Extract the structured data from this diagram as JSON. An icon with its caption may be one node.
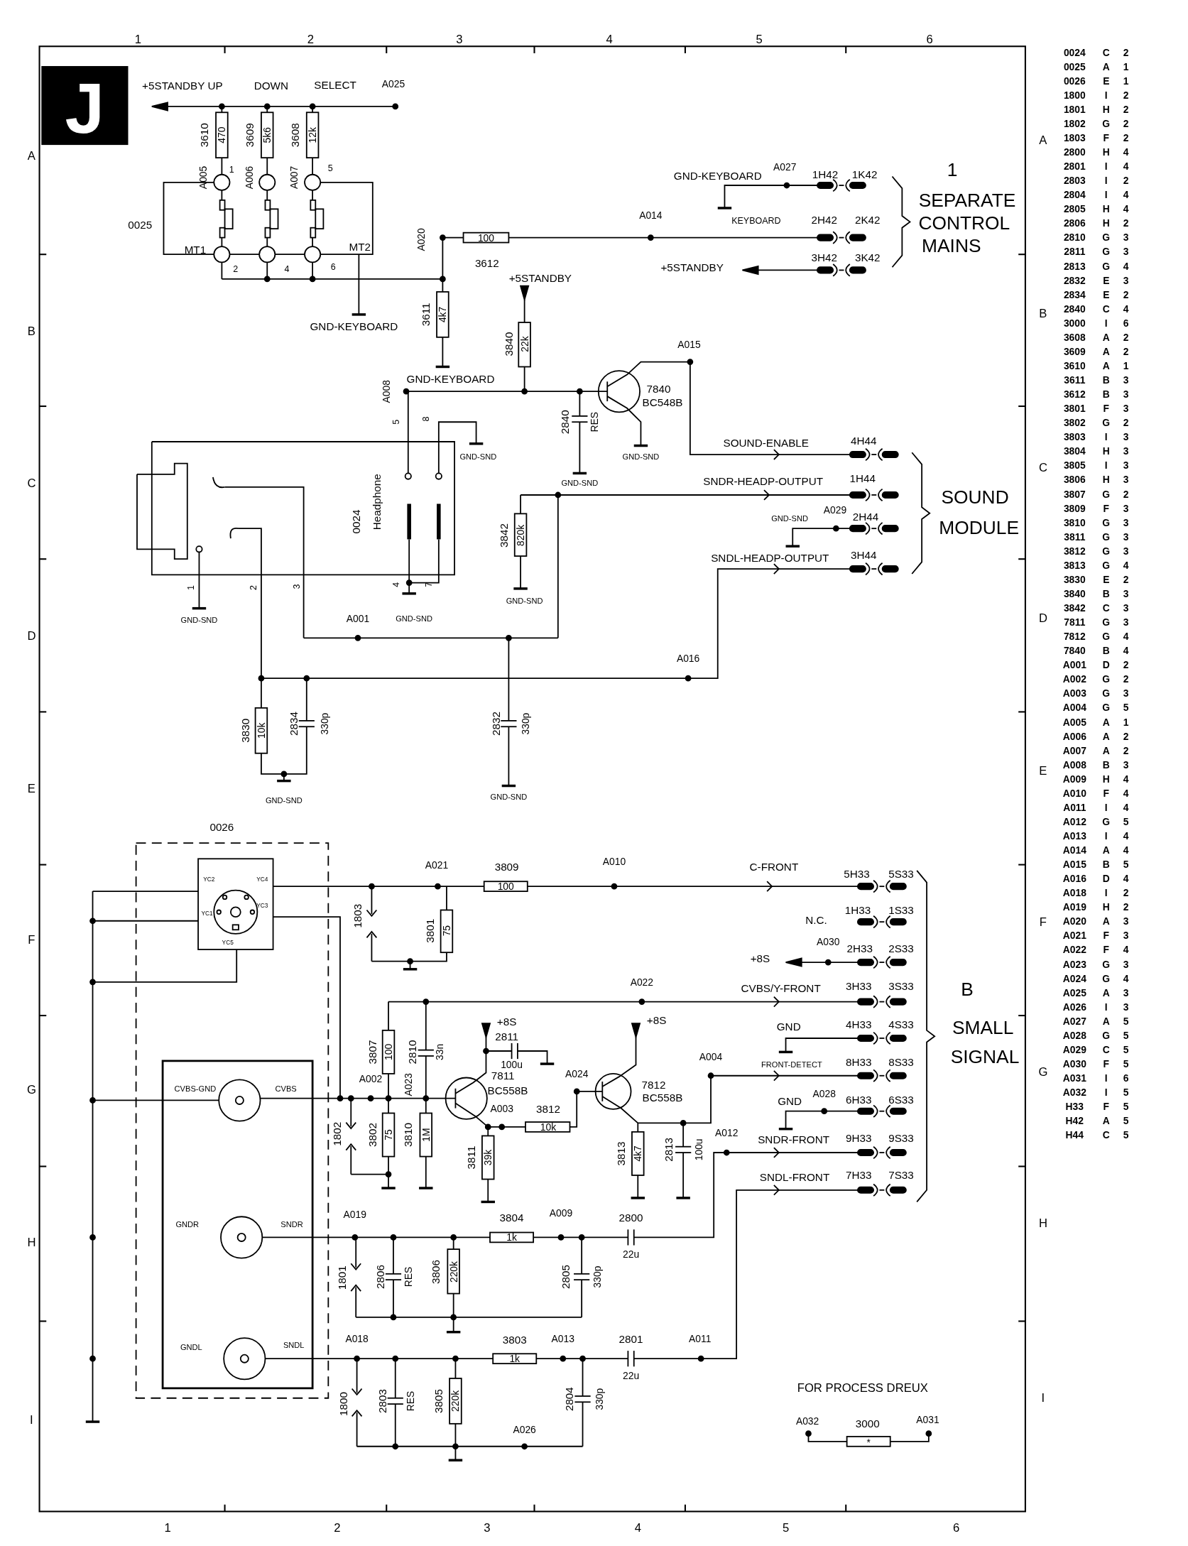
{
  "diagram": {
    "labels": [
      "J",
      "1",
      "2",
      "3",
      "4",
      "5",
      "6",
      "A",
      "B",
      "C",
      "D",
      "E",
      "F",
      "G",
      "H",
      "I",
      "A",
      "B",
      "C",
      "D",
      "E",
      "F",
      "G",
      "H",
      "I",
      "+5STANDBY UP",
      "DOWN",
      "SELECT",
      "A025",
      "3610",
      "470",
      "3609",
      "5k6",
      "3608",
      "12k",
      "A005",
      "1",
      "A006",
      "A007",
      "5",
      "0025",
      "MT1",
      "MT2",
      "2",
      "4",
      "6",
      "A020",
      "100",
      "3612",
      "GND-KEYBOARD",
      "A027",
      "1H42",
      "1K42",
      "1",
      "SEPARATE",
      "A014",
      "KEYBOARD",
      "2H42",
      "2K42",
      "CONTROL",
      "+5STANDBY",
      "3H42",
      "3K42",
      "MAINS",
      "+5STANDBY",
      "GND-KEYBOARD",
      "3611",
      "4k7",
      "3840",
      "22k",
      "A015",
      "GND-KEYBOARD",
      "7840",
      "BC548B",
      "A008",
      "5",
      "8",
      "2840",
      "RES",
      "SOUND-ENABLE",
      "4H44",
      "GND-SND",
      "GND-SND",
      "GND-SND",
      "SNDR-HEADP-OUTPUT",
      "1H44",
      "SOUND",
      "0024",
      "Headphone",
      "3842",
      "820k",
      "GND-SND",
      "A029",
      "2H44",
      "MODULE",
      "SNDL-HEADP-OUTPUT",
      "3H44",
      "1",
      "2",
      "3",
      "4",
      "7",
      "GND-SND",
      "GND-SND",
      "A001",
      "GND-SND",
      "A016",
      "3830",
      "10k",
      "2834",
      "330p",
      "2832",
      "330p",
      "GND-SND",
      "GND-SND",
      "0026",
      "A021",
      "3809",
      "A010",
      "C-FRONT",
      "5H33",
      "5S33",
      "YC2",
      "YC4",
      "100",
      "YC1",
      "YC3",
      "1803",
      "3801",
      "75",
      "N.C.",
      "1H33",
      "1S33",
      "YC5",
      "A030",
      "+8S",
      "2H33",
      "2S33",
      "A022",
      "CVBS/Y-FRONT",
      "3H33",
      "3S33",
      "B",
      "+8S",
      "+8S",
      "GND",
      "4H33",
      "4S33",
      "SMALL",
      "2811",
      "3807",
      "100",
      "2810",
      "33n",
      "100u",
      "A004",
      "SIGNAL",
      "FRONT-DETECT",
      "8H33",
      "8S33",
      "7811",
      "A024",
      "A002",
      "7812",
      "CVBS-GND",
      "CVBS",
      "BC558B",
      "A023",
      "BC558B",
      "GND",
      "A028",
      "6H33",
      "6S33",
      "A003",
      "3812",
      "10k",
      "1802",
      "3802",
      "75",
      "3810",
      "1M",
      "A012",
      "SNDR-FRONT",
      "9H33",
      "9S33",
      "3811",
      "39k",
      "3813",
      "4k7",
      "2813",
      "100u",
      "SNDL-FRONT",
      "7H33",
      "7S33",
      "A019",
      "3804",
      "A009",
      "2800",
      "GNDR",
      "SNDR",
      "1k",
      "22u",
      "1801",
      "2806",
      "RES",
      "3806",
      "220k",
      "2805",
      "330p",
      "A018",
      "3803",
      "A013",
      "2801",
      "A011",
      "GNDL",
      "SNDL",
      "1k",
      "22u",
      "FOR PROCESS DREUX",
      "1800",
      "2803",
      "RES",
      "3805",
      "220k",
      "2804",
      "330p",
      "A032",
      "3000",
      "A031",
      "A026",
      "*",
      "1",
      "2",
      "3",
      "4",
      "5",
      "6",
      "0024",
      "C",
      "2",
      "0025",
      "A",
      "1",
      "0026",
      "E",
      "1",
      "1800",
      "I",
      "2",
      "1801",
      "H",
      "2",
      "1802",
      "G",
      "2",
      "1803",
      "F",
      "2",
      "2800",
      "H",
      "4",
      "2801",
      "I",
      "4",
      "2803",
      "I",
      "2",
      "2804",
      "I",
      "4",
      "2805",
      "H",
      "4",
      "2806",
      "H",
      "2",
      "2810",
      "G",
      "3",
      "2811",
      "G",
      "3",
      "2813",
      "G",
      "4",
      "2832",
      "E",
      "3",
      "2834",
      "E",
      "2",
      "2840",
      "C",
      "4",
      "3000",
      "I",
      "6",
      "3608",
      "A",
      "2",
      "3609",
      "A",
      "2",
      "3610",
      "A",
      "1",
      "3611",
      "B",
      "3",
      "3612",
      "B",
      "3",
      "3801",
      "F",
      "3",
      "3802",
      "G",
      "2",
      "3803",
      "I",
      "3",
      "3804",
      "H",
      "3",
      "3805",
      "I",
      "3",
      "3806",
      "H",
      "3",
      "3807",
      "G",
      "2",
      "3809",
      "F",
      "3",
      "3810",
      "G",
      "3",
      "3811",
      "G",
      "3",
      "3812",
      "G",
      "3",
      "3813",
      "G",
      "4",
      "3830",
      "E",
      "2",
      "3840",
      "B",
      "3",
      "3842",
      "C",
      "3",
      "7811",
      "G",
      "3",
      "7812",
      "G",
      "4",
      "7840",
      "B",
      "4",
      "A001",
      "D",
      "2",
      "A002",
      "G",
      "2",
      "A003",
      "G",
      "3",
      "A004",
      "G",
      "5",
      "A005",
      "A",
      "1",
      "A006",
      "A",
      "2",
      "A007",
      "A",
      "2",
      "A008",
      "B",
      "3",
      "A009",
      "H",
      "4",
      "A010",
      "F",
      "4",
      "A011",
      "I",
      "4",
      "A012",
      "G",
      "5",
      "A013",
      "I",
      "4",
      "A014",
      "A",
      "4",
      "A015",
      "B",
      "5",
      "A016",
      "D",
      "4",
      "A018",
      "I",
      "2",
      "A019",
      "H",
      "2",
      "A020",
      "A",
      "3",
      "A021",
      "F",
      "3",
      "A022",
      "F",
      "4",
      "A023",
      "G",
      "3",
      "A024",
      "G",
      "4",
      "A025",
      "A",
      "3",
      "A026",
      "I",
      "3",
      "A027",
      "A",
      "5",
      "A028",
      "G",
      "5",
      "A029",
      "C",
      "5",
      "A030",
      "F",
      "5",
      "A031",
      "I",
      "6",
      "A032",
      "I",
      "5",
      "H33",
      "F",
      "5",
      "H42",
      "A",
      "5",
      "H44",
      "C",
      "5"
    ]
  }
}
